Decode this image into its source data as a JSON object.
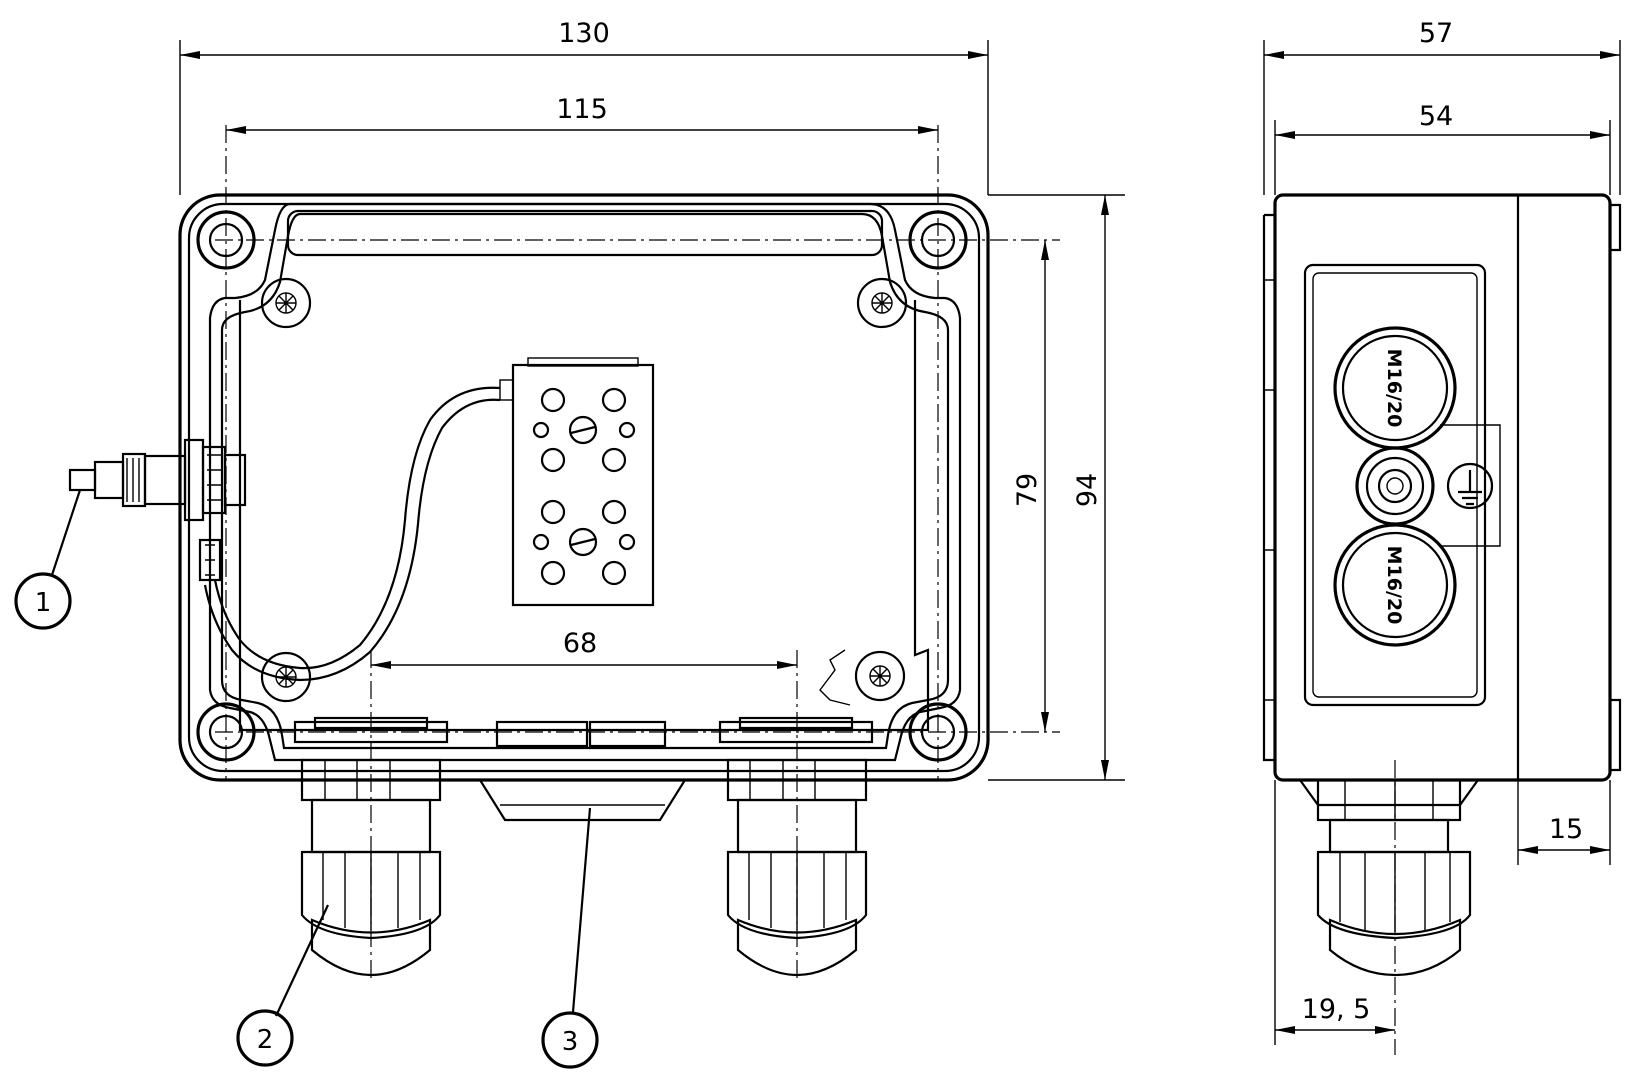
{
  "front_view": {
    "dimensions": {
      "overall_width": "130",
      "hole_spacing_width": "115",
      "gland_spacing": "68",
      "hole_spacing_height": "79",
      "overall_height": "94"
    }
  },
  "side_view": {
    "dimensions": {
      "overall_depth": "57",
      "body_depth": "54",
      "lid_offset": "15",
      "gland_offset": "19, 5"
    },
    "thread_labels": [
      "M16/20",
      "M16/20"
    ]
  },
  "callouts": [
    "1",
    "2",
    "3"
  ]
}
